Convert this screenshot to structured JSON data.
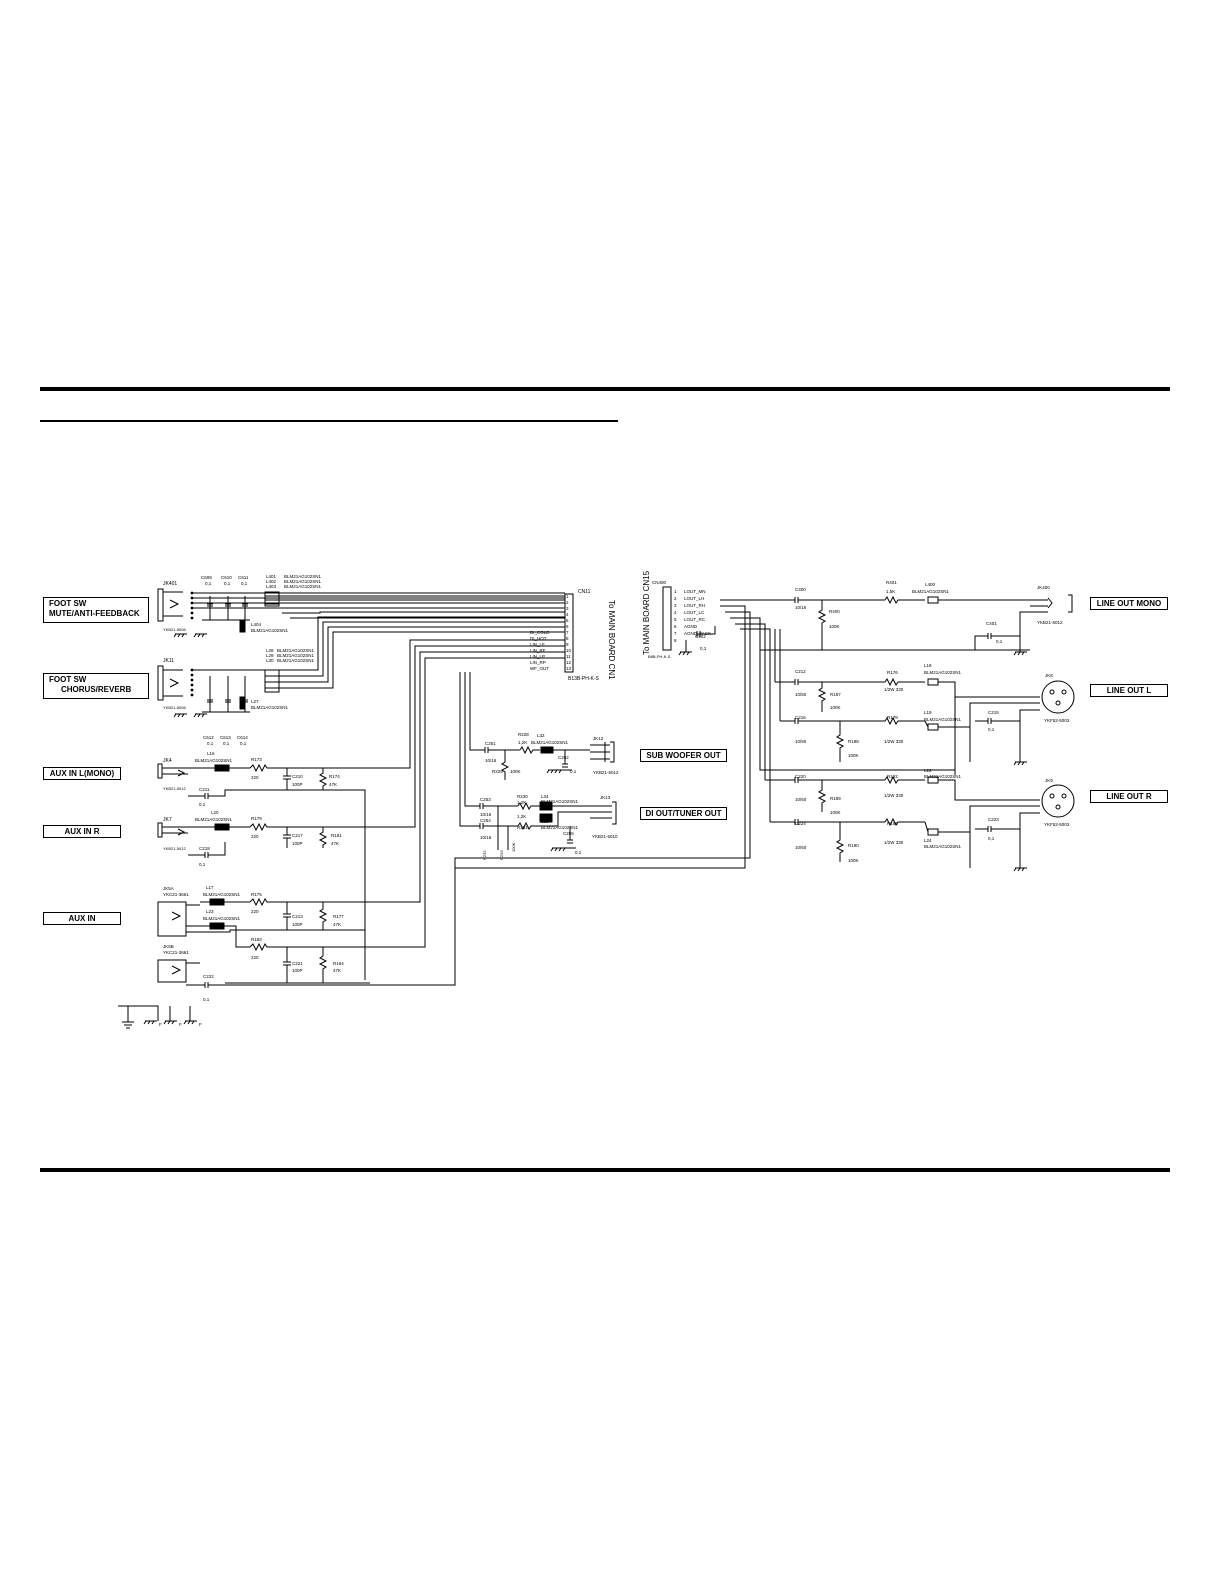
{
  "sections": {
    "input": {
      "foot_sw_1": {
        "line1": "FOOT SW",
        "line2": "MUTE/ANTI-FEEDBACK"
      },
      "foot_sw_2": {
        "line1": "FOOT SW",
        "line2": "CHORUS/REVERB"
      },
      "aux_in_l": "AUX IN L(MONO)",
      "aux_in_r": "AUX IN R",
      "aux_in": "AUX IN"
    },
    "outputs": {
      "sub_woofer": "SUB WOOFER OUT",
      "di_out": "DI OUT/TUNER OUT",
      "line_out_mono": "LINE OUT MONO",
      "line_out_l": "LINE OUT L",
      "line_out_r": "LINE OUT R"
    }
  },
  "connectors": {
    "cn11": {
      "name": "CN11",
      "part": "B13B-PH-K-S",
      "to_label": "To MAIN BOARD CN1",
      "pins": [
        {
          "n": "1",
          "sig": ""
        },
        {
          "n": "2",
          "sig": ""
        },
        {
          "n": "3",
          "sig": ""
        },
        {
          "n": "4",
          "sig": ""
        },
        {
          "n": "5",
          "sig": ""
        },
        {
          "n": "6",
          "sig": ""
        },
        {
          "n": "7",
          "sig": "DI_COLD"
        },
        {
          "n": "8",
          "sig": "DI_HOT"
        },
        {
          "n": "9",
          "sig": "LIN_LF"
        },
        {
          "n": "10",
          "sig": "LIN_RF"
        },
        {
          "n": "11",
          "sig": "LIN_LP"
        },
        {
          "n": "12",
          "sig": "LIN_RP"
        },
        {
          "n": "13",
          "sig": "WF_OUT"
        }
      ]
    },
    "cn400": {
      "name": "CN400",
      "part": "B8B-PH-K-S",
      "to_label": "To MAIN BOARD CN15",
      "pins": [
        {
          "n": "1",
          "sig": "LOUT_MN"
        },
        {
          "n": "2",
          "sig": "LOUT_LH"
        },
        {
          "n": "3",
          "sig": "LOUT_RH"
        },
        {
          "n": "4",
          "sig": "LOUT_LC"
        },
        {
          "n": "5",
          "sig": "LOUT_RC"
        },
        {
          "n": "6",
          "sig": "AGND"
        },
        {
          "n": "7",
          "sig": "AGND_JACK"
        },
        {
          "n": "8",
          "sig": ""
        }
      ]
    }
  },
  "jacks": {
    "jk401": {
      "ref": "JK401",
      "part": "YKB21-5006"
    },
    "jk11": {
      "ref": "JK11",
      "part": "YKB21-5006"
    },
    "jk4": {
      "ref": "JK4",
      "part": "YKB21-5012"
    },
    "jk7": {
      "ref": "JK7",
      "part": "YKB21-5012"
    },
    "jk5a": {
      "ref": "JK5A",
      "part": "YKC21-3661"
    },
    "jk5b": {
      "ref": "JK5B",
      "part": "YKC21-3661"
    },
    "jk12": {
      "ref": "JK12",
      "part": "YKB21-5012"
    },
    "jk13": {
      "ref": "JK13",
      "part": "YKB21-5010"
    },
    "jk400": {
      "ref": "JK400",
      "part": "YKB21-5012"
    },
    "jk8": {
      "ref": "JK8",
      "part": "YKF52-5003"
    },
    "jk9": {
      "ref": "JK9",
      "part": "YKF52-5003"
    }
  },
  "parts": {
    "ferrite": "BLM21AG102SN1",
    "l_top": [
      "L401",
      "L402",
      "L403"
    ],
    "l_mid": [
      "L28",
      "L29",
      "L30"
    ],
    "l404": "L404",
    "l27": "L27",
    "c_top": [
      {
        "ref": "C609",
        "val": "0,1"
      },
      {
        "ref": "C610",
        "val": "0,1"
      },
      {
        "ref": "C611",
        "val": "0,1"
      }
    ],
    "c_mid": [
      {
        "ref": "C612",
        "val": "0,1"
      },
      {
        "ref": "C613",
        "val": "0,1"
      },
      {
        "ref": "C614",
        "val": "0,1"
      }
    ],
    "aux_l": {
      "l": "L16",
      "r": "R173",
      "rv": "220",
      "c": "C210",
      "cv": "100P",
      "r2": "R174",
      "r2v": "47K",
      "cc": "C211",
      "ccv": "0,1"
    },
    "aux_r": {
      "l": "L20",
      "r": "R179",
      "rv": "220",
      "c": "C217",
      "cv": "100P",
      "r2": "R181",
      "r2v": "47K",
      "cc": "C218",
      "ccv": "0,1"
    },
    "aux_a": {
      "l": "L17",
      "r": "R175",
      "rv": "220",
      "c": "C213",
      "cv": "100P",
      "r2": "R177",
      "r2v": "47K",
      "l2": "L23"
    },
    "aux_b": {
      "r": "R183",
      "rv": "220",
      "c": "C221",
      "cv": "100P",
      "r2": "R184",
      "r2v": "47K",
      "cc": "C222",
      "ccv": "0,1"
    },
    "sub": {
      "c": "C251",
      "cv": "10/16",
      "r": "R228",
      "rv": "1,2K",
      "l": "L32",
      "c2": "C252",
      "c2v": "0,1",
      "r2": "R229",
      "r2v": "100K"
    },
    "di": {
      "c1": "C253",
      "c1v": "10/16",
      "c2": "C254",
      "c2v": "10/16",
      "r1": "R230",
      "r1v": "1,2K",
      "r2": "R231",
      "r2v": "1,2K",
      "l1": "L34",
      "l2": "L35",
      "c3": "C255",
      "c3v": "0,1",
      "r3": "R232",
      "r4": "R233",
      "r34v": "100K"
    },
    "mono": {
      "c": "C400",
      "cv": "10/16",
      "r": "R401",
      "rv": "1,5K",
      "l": "L400",
      "r2": "R400",
      "r2v": "100K",
      "c2": "C401",
      "c2v": "0,1",
      "c3": "C402",
      "c3v": "0,1"
    },
    "line_l": {
      "c1": "C212",
      "c1v": "10/50",
      "c2": "C216",
      "c2v": "10/50",
      "r1": "R187",
      "r2": "R188",
      "rv": "100K",
      "r3": "R176",
      "r4": "R178",
      "r34v": "1/2W 330",
      "l1": "L18",
      "l2": "L19",
      "c3": "C215",
      "c3v": "0,1"
    },
    "line_r": {
      "c1": "C220",
      "c1v": "10/50",
      "c2": "C224",
      "c2v": "10/50",
      "r1": "R189",
      "r2": "R190",
      "rv": "100K",
      "r3": "R182",
      "r4": "R186",
      "r34v": "1/2W 330",
      "l1": "L22",
      "l2": "L24",
      "c3": "C223",
      "c3v": "0,1"
    }
  },
  "ground_label": "F"
}
